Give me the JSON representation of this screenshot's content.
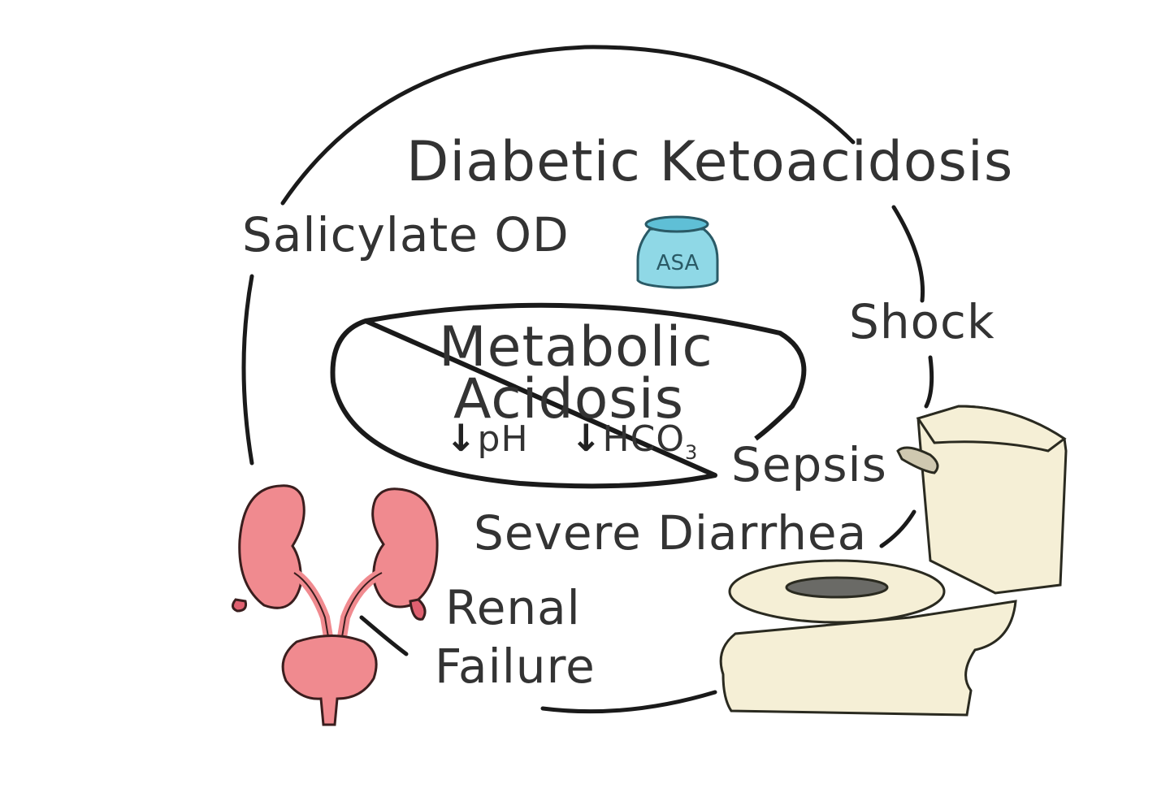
{
  "diagram": {
    "center": {
      "line1": "Metabolic",
      "line2": "Acidosis",
      "ph_arrow": "↓",
      "ph_label": "pH",
      "hco3_arrow": "↓",
      "hco3_label": "HCO",
      "hco3_sub": "3"
    },
    "causes": {
      "dka": "Diabetic Ketoacidosis",
      "salicylate": "Salicylate OD",
      "shock": "Shock",
      "sepsis": "Sepsis",
      "diarrhea": "Severe Diarrhea",
      "renal_line1": "Renal",
      "renal_line2": "Failure"
    },
    "bottle_label": "ASA",
    "colors": {
      "kidney": "#f08a8f",
      "toilet": "#f5efd6",
      "bottle": "#8fd8e6",
      "outline": "#222222"
    }
  }
}
